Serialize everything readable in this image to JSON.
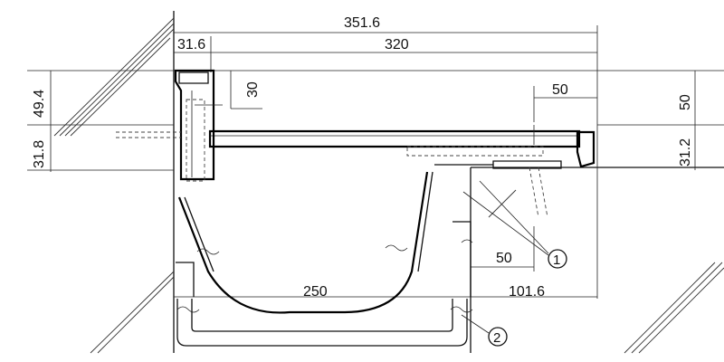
{
  "drawing": {
    "dimensions": {
      "overall_width": "351.6",
      "left_offset": "31.6",
      "inner_width": "320",
      "left_height_top": "49.4",
      "left_height_bottom": "31.8",
      "gap_30": "30",
      "right_50_horizontal": "50",
      "right_50_vertical": "50",
      "right_31_2": "31.2",
      "lower_50": "50",
      "bottom_250": "250",
      "bottom_101_6": "101.6"
    },
    "callouts": {
      "one": "1",
      "two": "2"
    },
    "colors": {
      "line": "#000000",
      "background": "#ffffff"
    }
  }
}
